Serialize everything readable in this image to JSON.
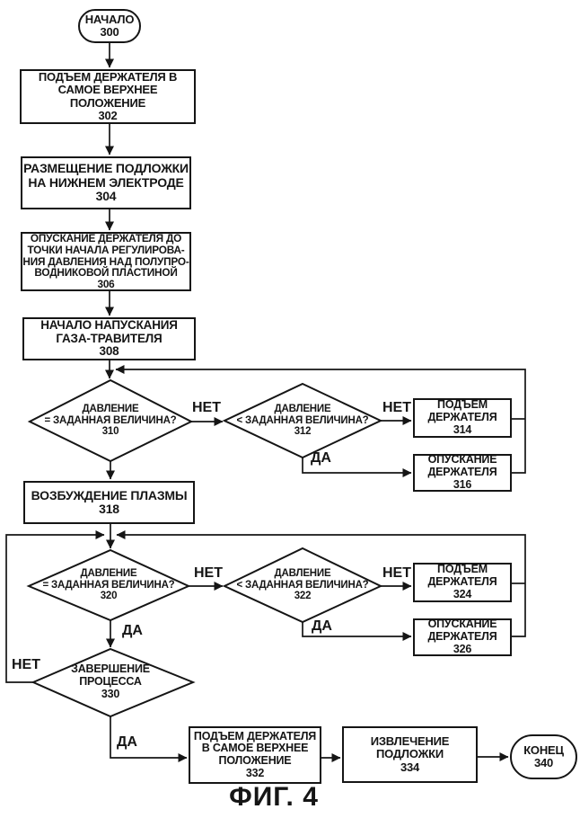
{
  "figure": {
    "caption": "ФИГ. 4"
  },
  "nodes": {
    "start": "НАЧАЛО\n300",
    "n302": "ПОДЪЕМ ДЕРЖАТЕЛЯ В\nСАМОЕ ВЕРХНЕЕ\nПОЛОЖЕНИЕ\n302",
    "n304": "РАЗМЕЩЕНИЕ ПОДЛОЖКИ\nНА НИЖНЕМ ЭЛЕКТРОДЕ\n304",
    "n306": "ОПУСКАНИЕ ДЕРЖАТЕЛЯ ДО\nТОЧКИ НАЧАЛА РЕГУЛИРОВА-\nНИЯ ДАВЛЕНИЯ НАД ПОЛУПРО-\nВОДНИКОВОЙ ПЛАСТИНОЙ\n306",
    "n308": "НАЧАЛО НАПУСКАНИЯ\nГАЗА-ТРАВИТЕЛЯ\n308",
    "d310": "ДАВЛЕНИЕ\n= ЗАДАННАЯ ВЕЛИЧИНА?\n310",
    "d312": "ДАВЛЕНИЕ\n< ЗАДАННАЯ ВЕЛИЧИНА?\n312",
    "n314": "ПОДЪЕМ\nДЕРЖАТЕЛЯ\n314",
    "n316": "ОПУСКАНИЕ\nДЕРЖАТЕЛЯ\n316",
    "n318": "ВОЗБУЖДЕНИЕ ПЛАЗМЫ\n318",
    "d320": "ДАВЛЕНИЕ\n= ЗАДАННАЯ ВЕЛИЧИНА?\n320",
    "d322": "ДАВЛЕНИЕ\n< ЗАДАННАЯ ВЕЛИЧИНА?\n322",
    "n324": "ПОДЪЕМ\nДЕРЖАТЕЛЯ\n324",
    "n326": "ОПУСКАНИЕ\nДЕРЖАТЕЛЯ\n326",
    "d330": "ЗАВЕРШЕНИЕ\nПРОЦЕССА\n330",
    "n332": "ПОДЪЕМ ДЕРЖАТЕЛЯ\nВ САМОЕ ВЕРХНЕЕ\nПОЛОЖЕНИЕ\n332",
    "n334": "ИЗВЛЕЧЕНИЕ\nПОДЛОЖКИ\n334",
    "end": "КОНЕЦ\n340"
  },
  "labels": {
    "d310_no": "НЕТ",
    "d312_no": "НЕТ",
    "d312_yes": "ДА",
    "d320_no": "НЕТ",
    "d322_no": "НЕТ",
    "d322_yes": "ДА",
    "d320_yes": "ДА",
    "d330_no": "НЕТ",
    "d330_yes": "ДА"
  },
  "colors": {
    "ink": "#151515",
    "background": "#ffffff"
  }
}
